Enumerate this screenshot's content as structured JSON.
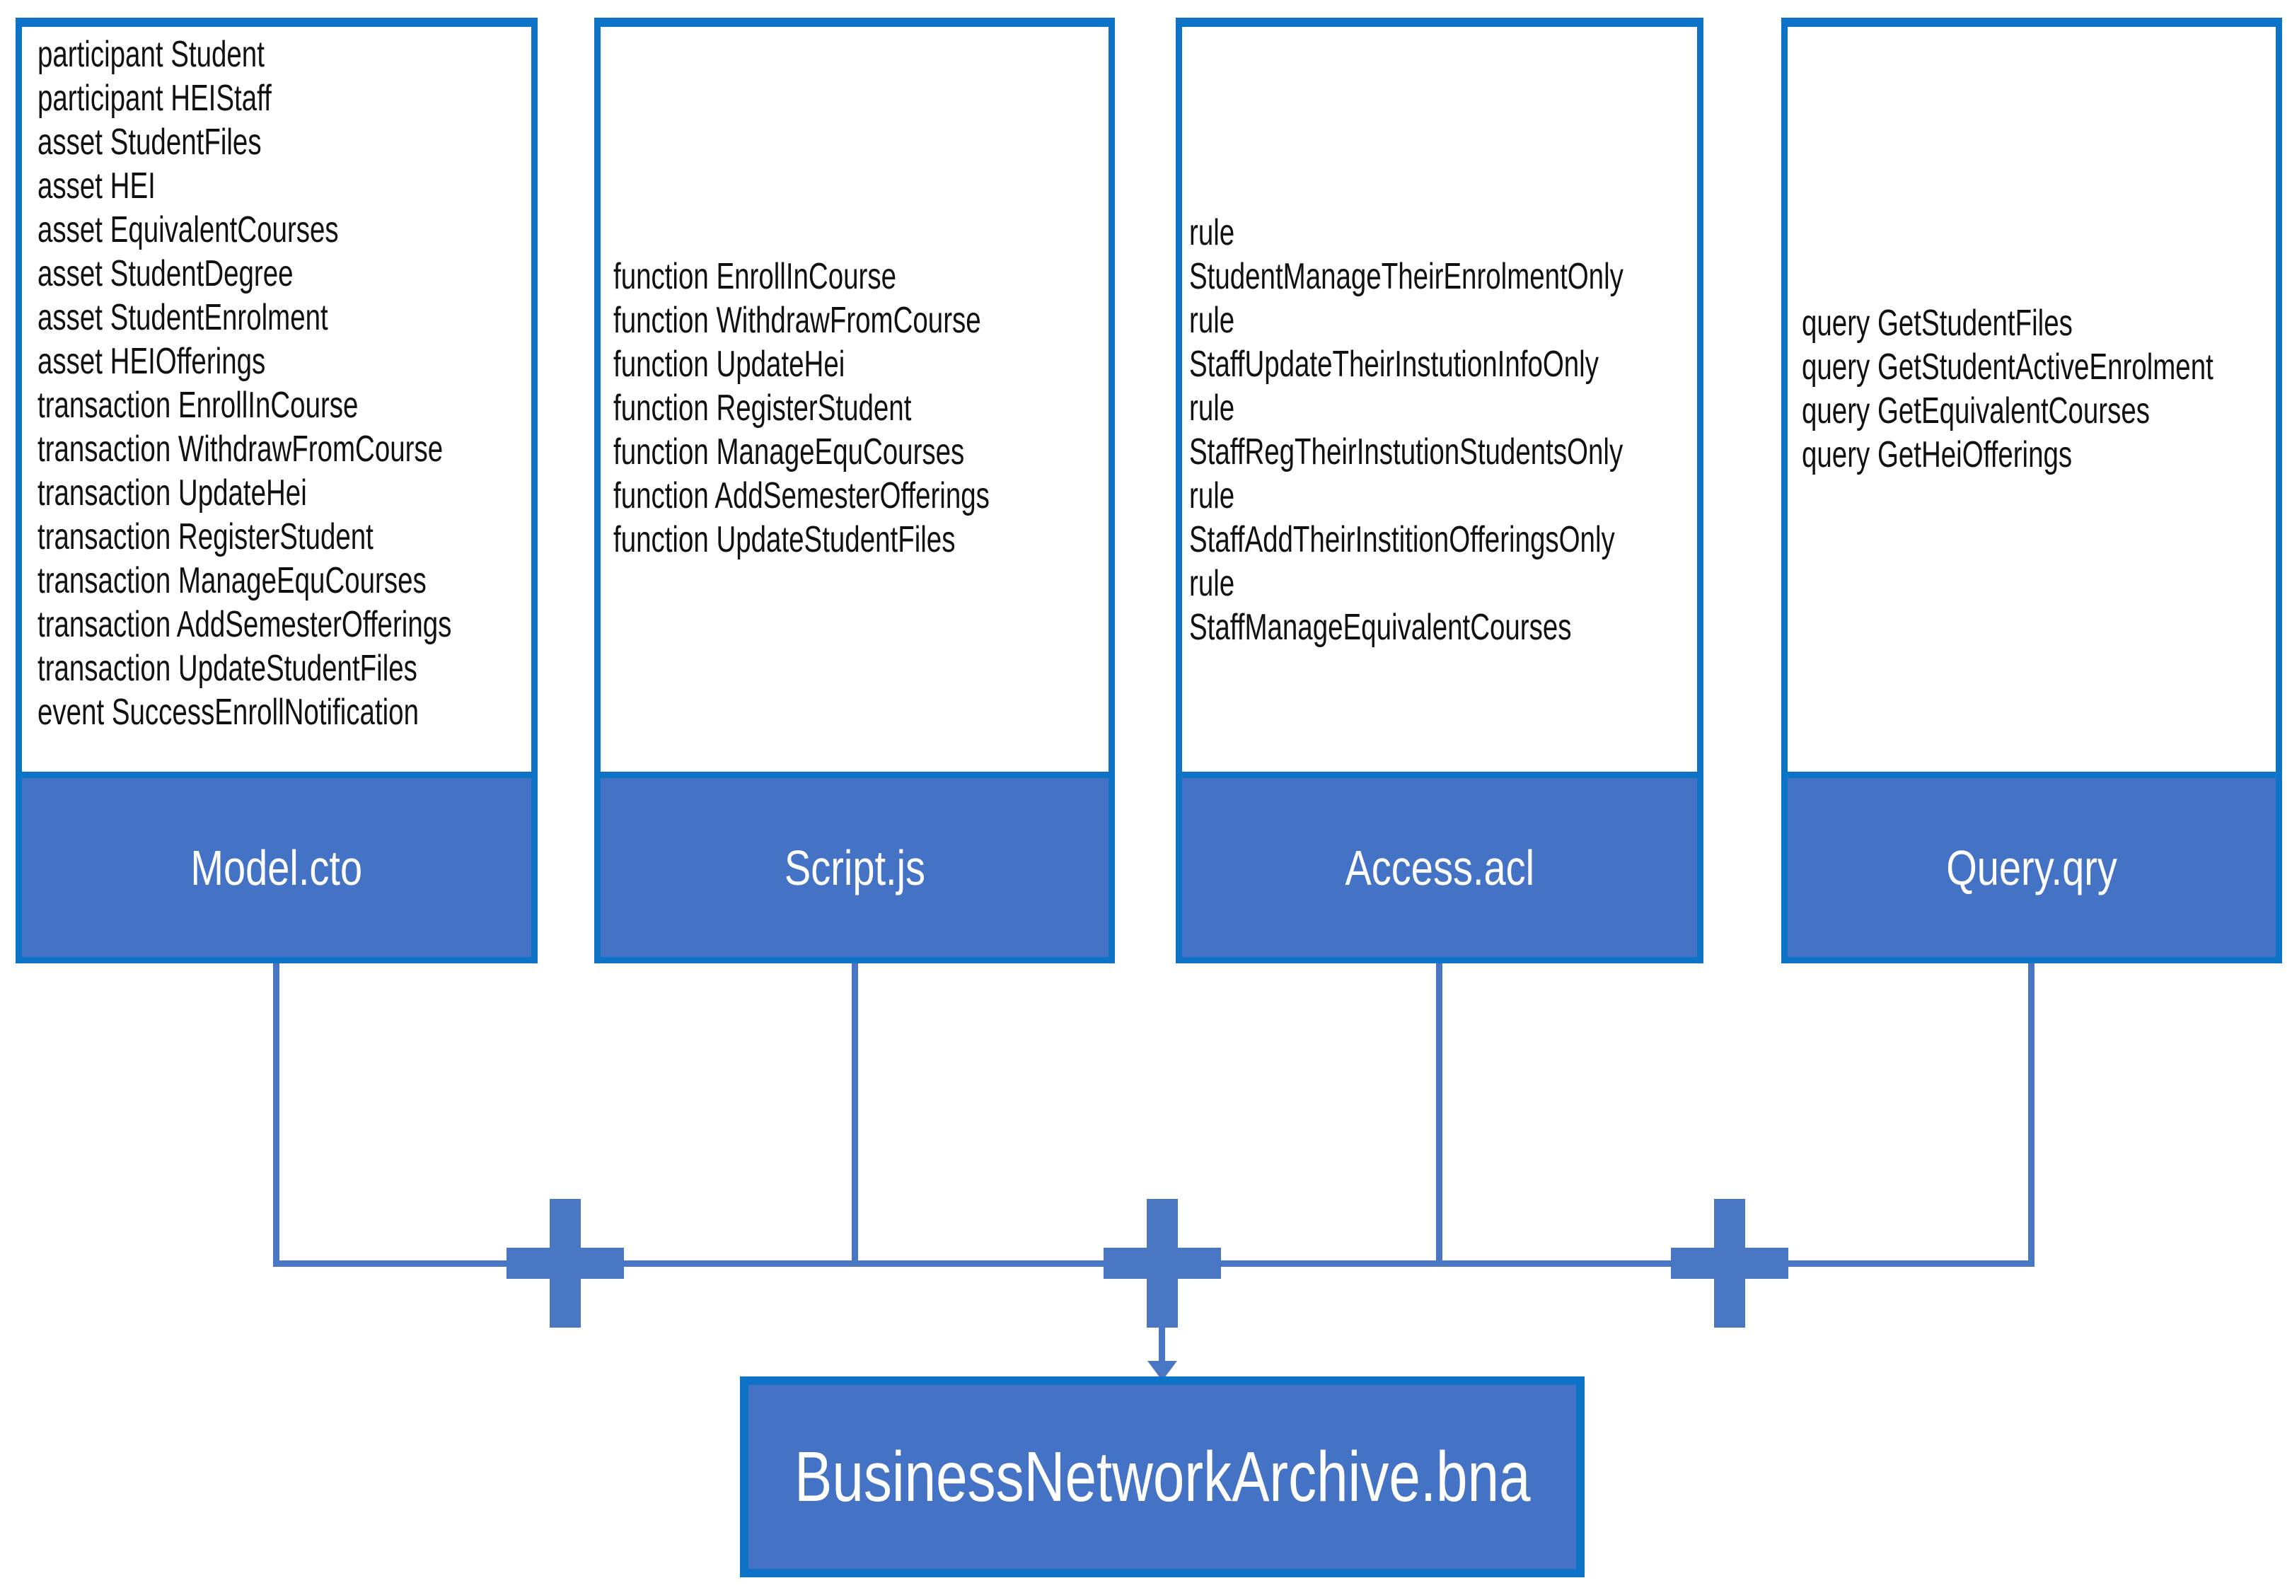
{
  "boxes": [
    {
      "title": "Model.cto",
      "lines": [
        "participant Student",
        "participant HEIStaff",
        "asset StudentFiles",
        "asset HEI",
        "asset EquivalentCourses",
        "asset StudentDegree",
        "asset StudentEnrolment",
        "asset HEIOfferings",
        "transaction EnrollInCourse",
        "transaction WithdrawFromCourse",
        "transaction UpdateHei",
        "transaction RegisterStudent",
        "transaction ManageEquCourses",
        "transaction AddSemesterOfferings",
        "transaction UpdateStudentFiles",
        "event SuccessEnrollNotification"
      ]
    },
    {
      "title": "Script.js",
      "lines": [
        "function EnrollInCourse",
        "function WithdrawFromCourse",
        "function UpdateHei",
        "function RegisterStudent",
        "function ManageEquCourses",
        "function AddSemesterOfferings",
        "function UpdateStudentFiles"
      ]
    },
    {
      "title": "Access.acl",
      "lines": [
        "rule",
        "StudentManageTheirEnrolmentOnly",
        "rule",
        "StaffUpdateTheirInstutionInfoOnly",
        "rule",
        "StaffRegTheirInstutionStudentsOnly",
        "rule",
        "StaffAddTheirInstitionOfferingsOnly",
        "rule",
        "StaffManageEquivalentCourses"
      ]
    },
    {
      "title": "Query.qry",
      "lines": [
        "query GetStudentFiles",
        "query GetStudentActiveEnrolment",
        "query GetEquivalentCourses",
        "query GetHeiOfferings"
      ]
    }
  ],
  "output_box": {
    "label": "BusinessNetworkArchive.bna"
  },
  "colors": {
    "border": "#0c73c6",
    "fill": "#4472c4",
    "connector": "#4a77c4",
    "text": "#111111",
    "titletext": "#ffffff",
    "bg": "#ffffff"
  }
}
